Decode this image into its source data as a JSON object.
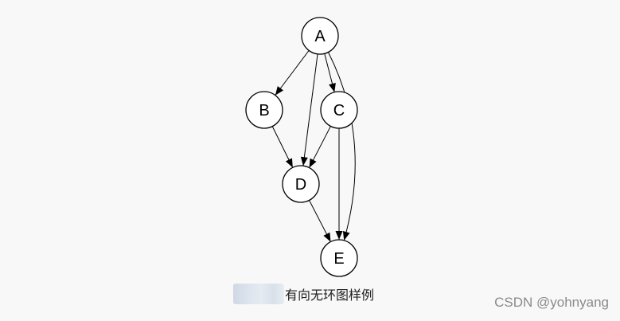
{
  "diagram": {
    "nodes": [
      {
        "id": "A",
        "label": "A"
      },
      {
        "id": "B",
        "label": "B"
      },
      {
        "id": "C",
        "label": "C"
      },
      {
        "id": "D",
        "label": "D"
      },
      {
        "id": "E",
        "label": "E"
      }
    ],
    "edges": [
      {
        "from": "A",
        "to": "B"
      },
      {
        "from": "A",
        "to": "D"
      },
      {
        "from": "A",
        "to": "C"
      },
      {
        "from": "A",
        "to": "E"
      },
      {
        "from": "B",
        "to": "D"
      },
      {
        "from": "C",
        "to": "D"
      },
      {
        "from": "C",
        "to": "E"
      },
      {
        "from": "D",
        "to": "E"
      }
    ],
    "directed": true
  },
  "caption": {
    "text": "有向无环图样例"
  },
  "watermark": {
    "text": "CSDN @yohnyang"
  }
}
